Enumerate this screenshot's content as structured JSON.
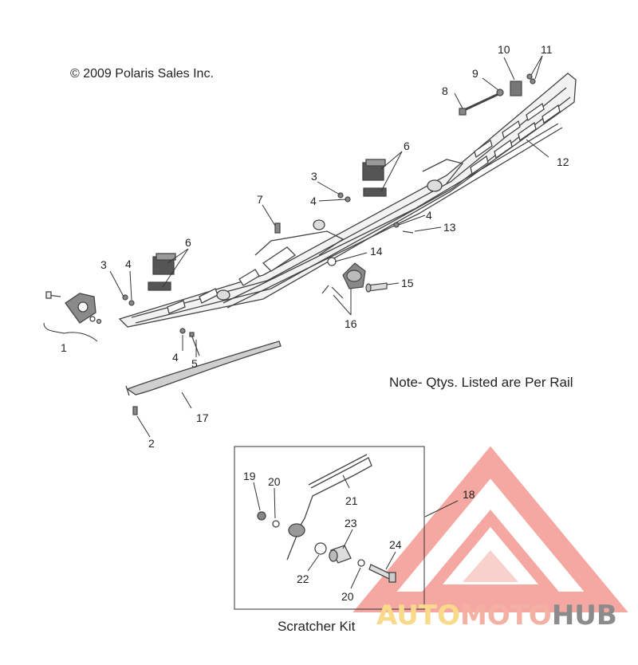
{
  "copyright": "© 2009 Polaris Sales Inc.",
  "note": "Note- Qtys. Listed are Per Rail",
  "kit_caption": "Scratcher Kit",
  "callouts": {
    "c1": "1",
    "c2": "2",
    "c3a": "3",
    "c3b": "3",
    "c4a": "4",
    "c4b": "4",
    "c4c": "4",
    "c4d": "4",
    "c5": "5",
    "c6a": "6",
    "c6b": "6",
    "c7": "7",
    "c8": "8",
    "c9": "9",
    "c10": "10",
    "c11": "11",
    "c12": "12",
    "c13": "13",
    "c14": "14",
    "c15": "15",
    "c16": "16",
    "c17": "17",
    "c18": "18",
    "c19": "19",
    "c20a": "20",
    "c20b": "20",
    "c21": "21",
    "c22": "22",
    "c23": "23",
    "c24": "24"
  },
  "watermark": {
    "part1": "AUTO",
    "part2": "MOTO",
    "part3": "HUB",
    "colors": {
      "triangle": "#f28b82",
      "auto": "#f9d98a",
      "moto": "#f4b0a3",
      "hub": "#8b8b8b"
    }
  }
}
